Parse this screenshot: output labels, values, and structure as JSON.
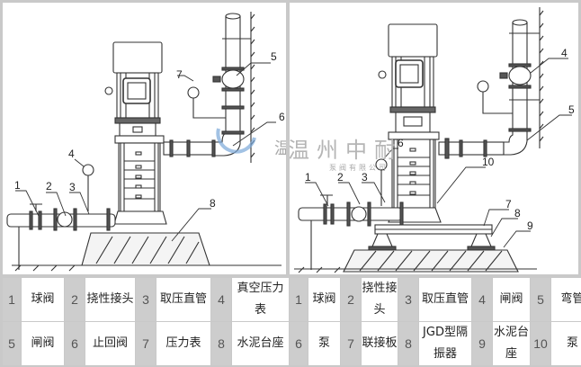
{
  "diagrams": [
    {
      "id": "installation-without-isolator",
      "callouts": [
        "1",
        "2",
        "3",
        "4",
        "5",
        "6",
        "7",
        "8"
      ]
    },
    {
      "id": "installation-with-isolator",
      "callouts": [
        "1",
        "2",
        "3",
        "4",
        "5",
        "6",
        "7",
        "8",
        "9",
        "10"
      ]
    }
  ],
  "watermark": {
    "company": "温州中耐",
    "subtitle": "泵阀有限公司",
    "logo_color": "#7aa8d8"
  },
  "legend_left": [
    {
      "num": "1",
      "label": "球阀"
    },
    {
      "num": "2",
      "label": "挠性接头"
    },
    {
      "num": "3",
      "label": "取压直管"
    },
    {
      "num": "4",
      "label": "真空压力表"
    },
    {
      "num": "5",
      "label": "闸阀"
    },
    {
      "num": "6",
      "label": "止回阀"
    },
    {
      "num": "7",
      "label": "压力表"
    },
    {
      "num": "8",
      "label": "水泥台座"
    }
  ],
  "legend_right": [
    {
      "num": "1",
      "label": "球阀"
    },
    {
      "num": "2",
      "label": "挠性接头"
    },
    {
      "num": "3",
      "label": "取压直管"
    },
    {
      "num": "4",
      "label": "闸阀"
    },
    {
      "num": "5",
      "label": "弯管"
    },
    {
      "num": "6",
      "label": "泵"
    },
    {
      "num": "7",
      "label": "联接板"
    },
    {
      "num": "8",
      "label": "JGD型隔振器"
    },
    {
      "num": "9",
      "label": "水泥台座"
    },
    {
      "num": "10",
      "label": "泵"
    }
  ]
}
